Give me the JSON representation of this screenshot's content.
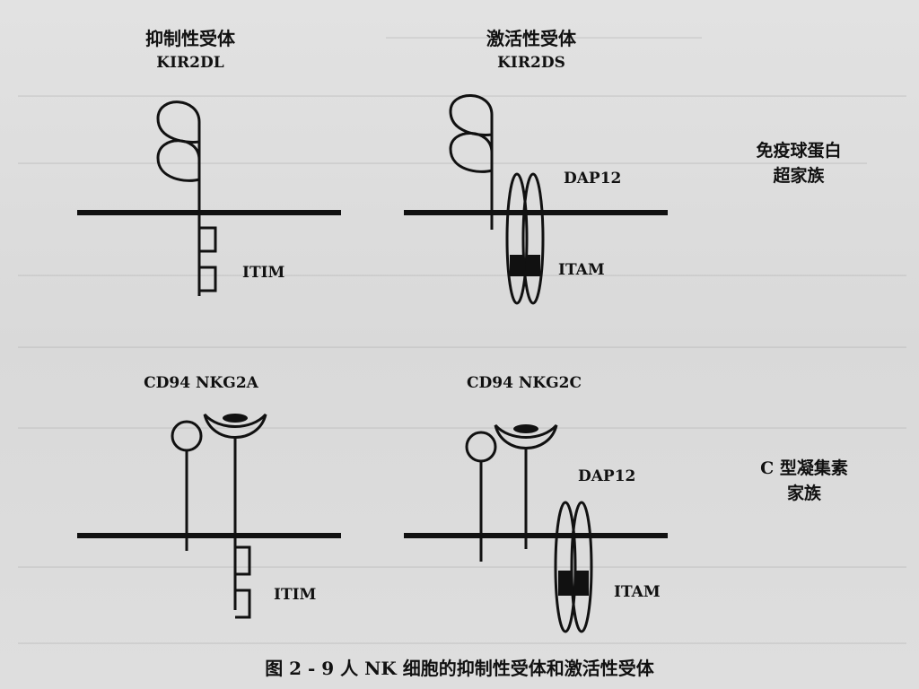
{
  "receptors": {
    "kir2dl": {
      "title": "抑制性受体",
      "name": "KIR2DL",
      "motif": "ITIM"
    },
    "kir2ds": {
      "title": "激活性受体",
      "name": "KIR2DS",
      "adapter": "DAP12",
      "motif": "ITAM"
    },
    "nkg2a": {
      "name": "CD94  NKG2A",
      "motif": "ITIM"
    },
    "nkg2c": {
      "name": "CD94  NKG2C",
      "adapter": "DAP12",
      "motif": "ITAM"
    }
  },
  "families": {
    "ig": {
      "line1": "免疫球蛋白",
      "line2": "超家族"
    },
    "ctype": {
      "line1": "C 型凝集素",
      "line2": "家族"
    }
  },
  "caption": "图 2 - 9   人 NK 细胞的抑制性受体和激活性受体",
  "colors": {
    "ink": "#111111",
    "paper": "#dcdcdc"
  }
}
